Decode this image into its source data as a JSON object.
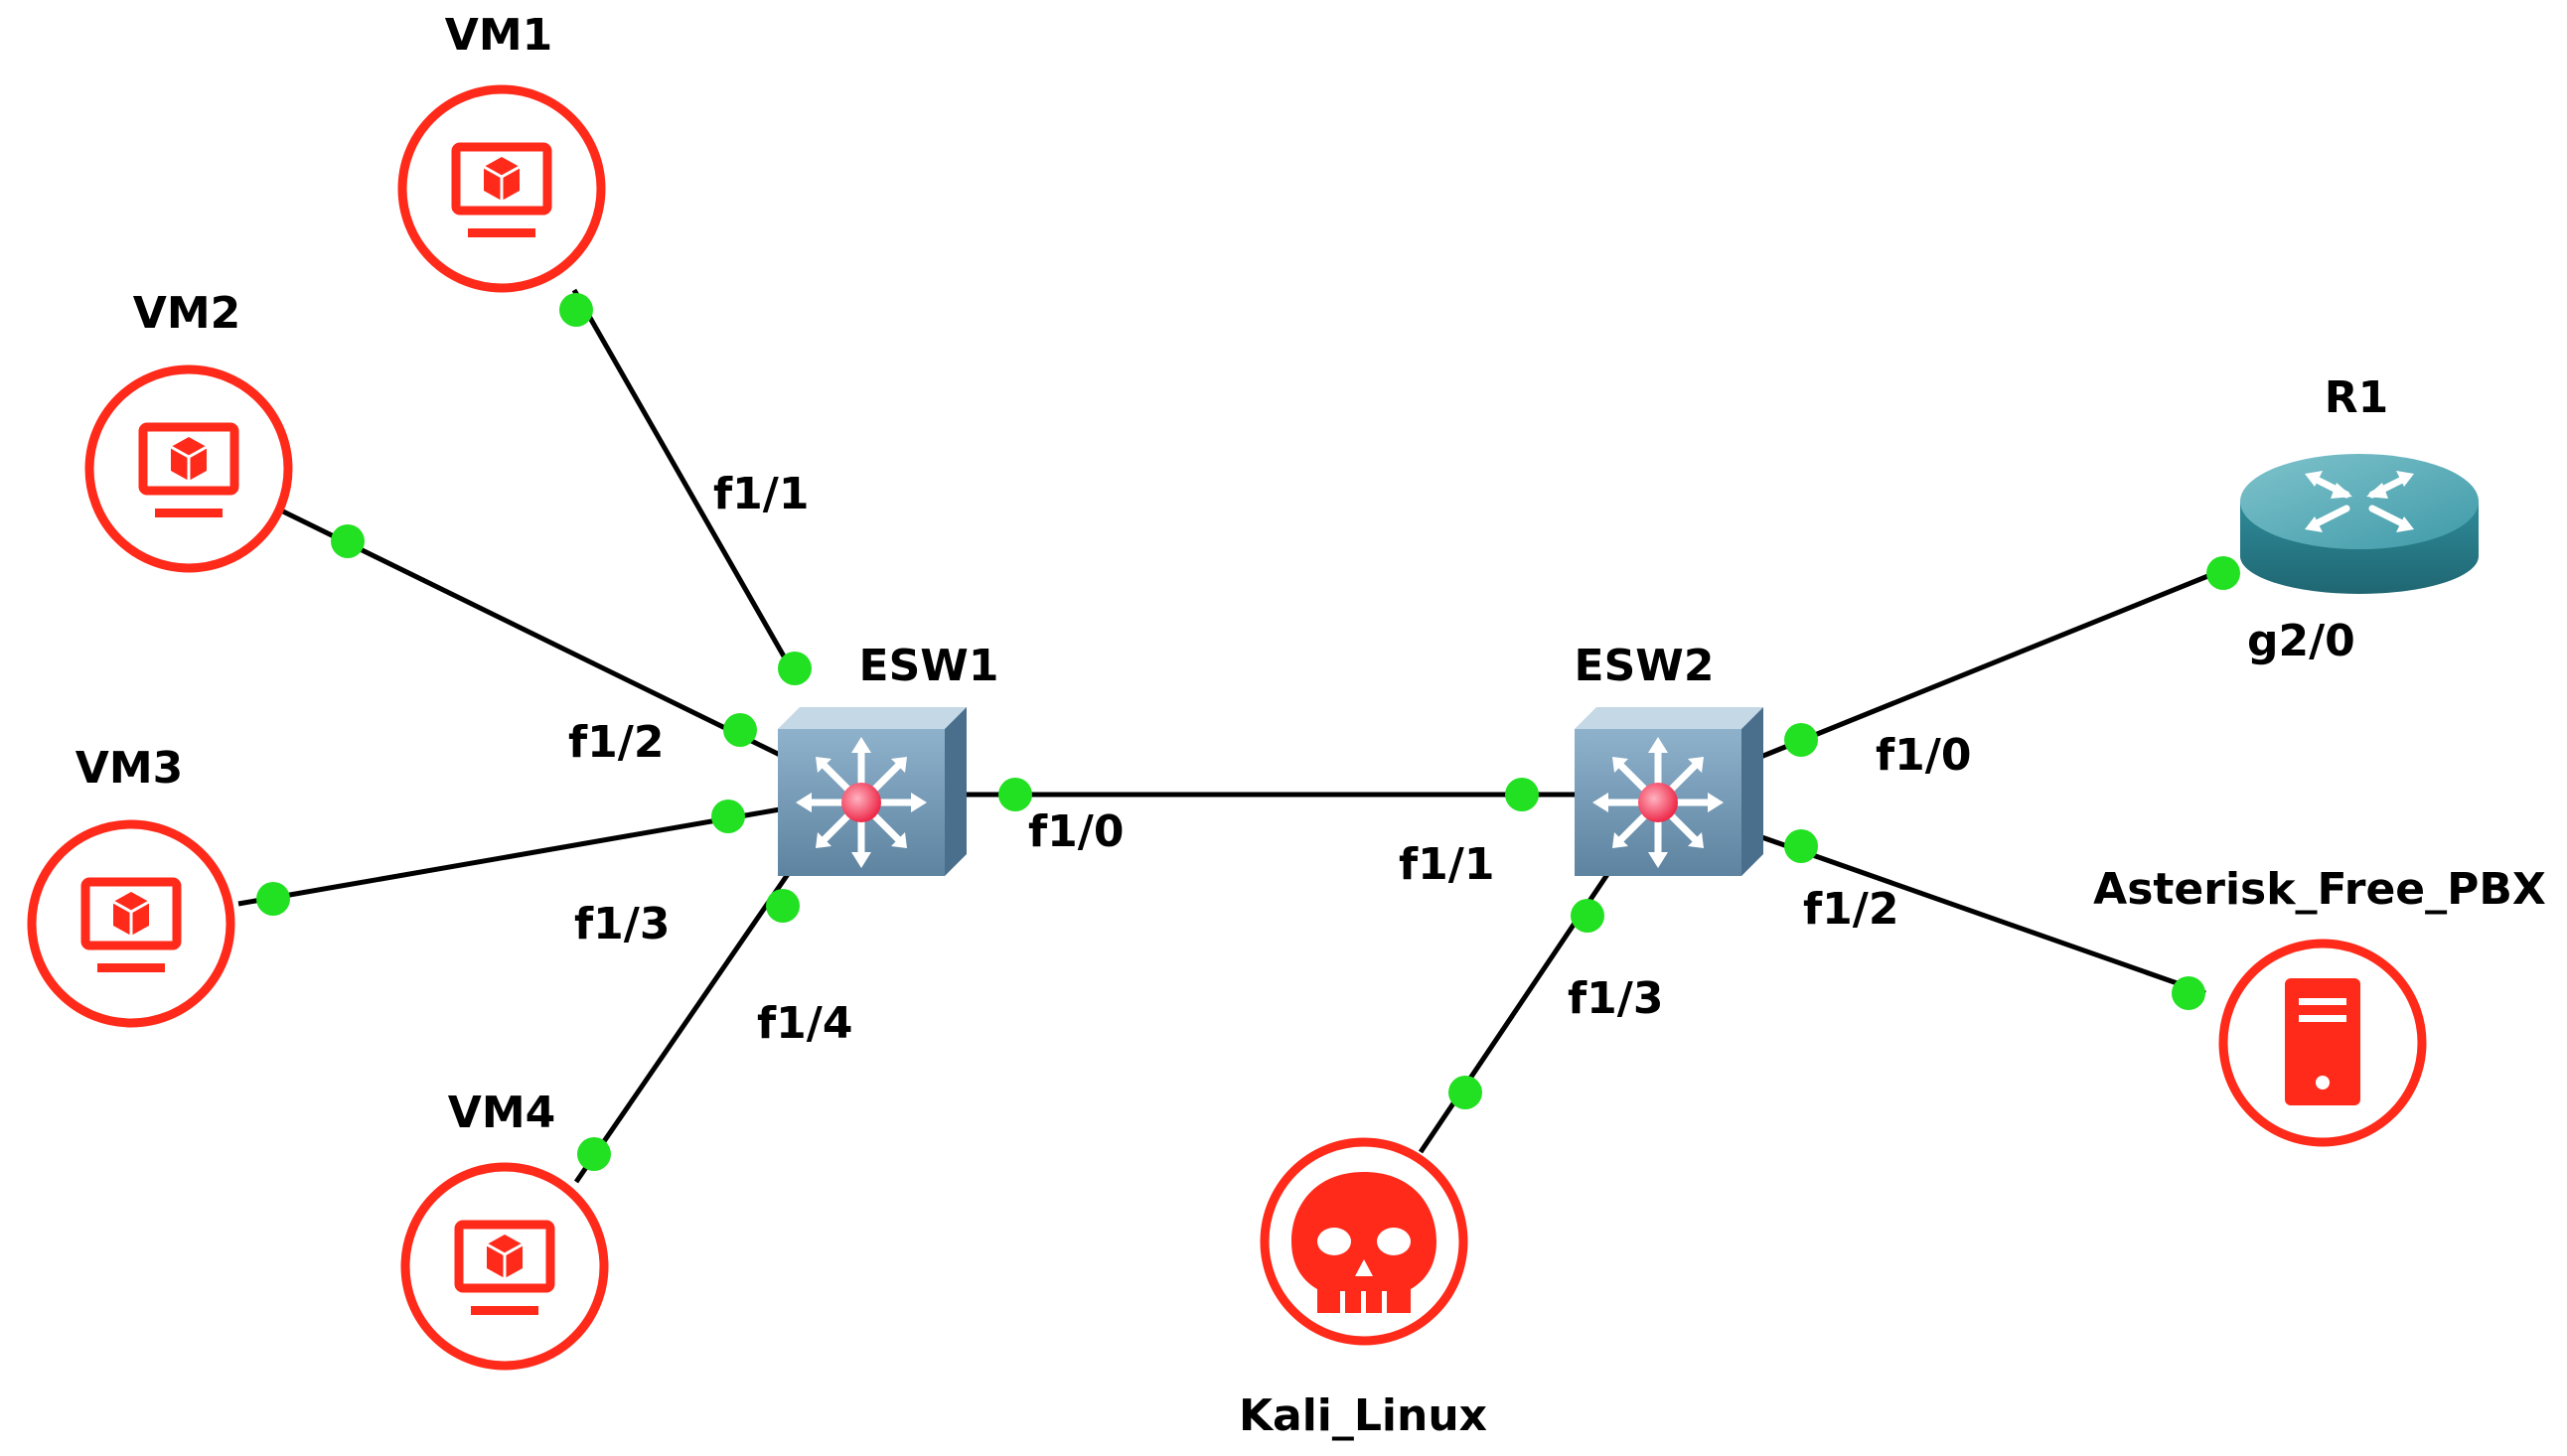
{
  "colors": {
    "link_endpoint": "#22e022",
    "device": "#ff2a1a",
    "switch_body": "#6e94b0",
    "router_body": "#2e8a99"
  },
  "devices": {
    "vm1": {
      "name": "VM1",
      "icon": "virtual-machine-icon"
    },
    "vm2": {
      "name": "VM2",
      "icon": "virtual-machine-icon"
    },
    "vm3": {
      "name": "VM3",
      "icon": "virtual-machine-icon"
    },
    "vm4": {
      "name": "VM4",
      "icon": "virtual-machine-icon"
    },
    "esw1": {
      "name": "ESW1",
      "icon": "multilayer-switch-icon"
    },
    "esw2": {
      "name": "ESW2",
      "icon": "multilayer-switch-icon"
    },
    "r1": {
      "name": "R1",
      "icon": "router-icon"
    },
    "pbx": {
      "name": "Asterisk_Free_PBX",
      "icon": "server-icon"
    },
    "kali": {
      "name": "Kali_Linux",
      "icon": "skull-icon"
    }
  },
  "links": [
    {
      "from": "vm1",
      "to": "esw1",
      "port": "f1/1"
    },
    {
      "from": "vm2",
      "to": "esw1",
      "port": "f1/2"
    },
    {
      "from": "vm3",
      "to": "esw1",
      "port": "f1/3"
    },
    {
      "from": "vm4",
      "to": "esw1",
      "port": "f1/4"
    },
    {
      "from": "esw1",
      "to": "esw2",
      "port_a": "f1/0",
      "port_b": "f1/1"
    },
    {
      "from": "esw2",
      "to": "r1",
      "port_a": "f1/0",
      "port_b": "g2/0"
    },
    {
      "from": "esw2",
      "to": "pbx",
      "port": "f1/2"
    },
    {
      "from": "esw2",
      "to": "kali",
      "port": "f1/3"
    }
  ]
}
